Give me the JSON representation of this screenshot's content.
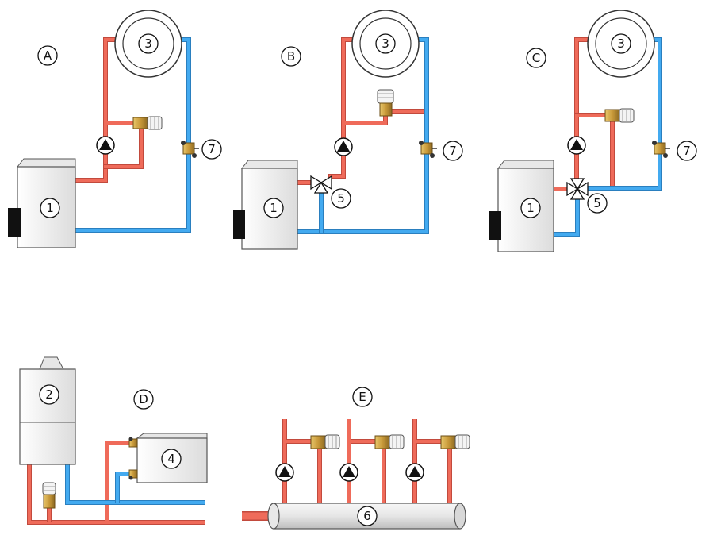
{
  "colors": {
    "supply": "#ef6b5a",
    "supply_edge": "#c24a3d",
    "return": "#43aaf0",
    "return_edge": "#2a7fbf",
    "boiler": "#f1f1f1",
    "boiler_edge": "#555555",
    "brass": "#c9a24a",
    "outline": "#222222"
  },
  "icons": {
    "pump": "pump-icon",
    "valve": "thermostatic-valve-icon",
    "mixing_valve": "mixing-valve-icon",
    "balancing_valve": "balancing-valve-icon"
  },
  "schemes": {
    "a": {
      "letter": "A",
      "boiler_num": "1",
      "heater_num": "3",
      "valve_num": "7"
    },
    "b": {
      "letter": "B",
      "boiler_num": "1",
      "heater_num": "3",
      "mixer_num": "5",
      "valve_num": "7"
    },
    "c": {
      "letter": "C",
      "boiler_num": "1",
      "heater_num": "3",
      "mixer_num": "5",
      "valve_num": "7"
    },
    "d": {
      "letter": "D",
      "boiler_num": "2",
      "radiator_num": "4"
    },
    "e": {
      "letter": "E",
      "manifold_num": "6"
    }
  }
}
